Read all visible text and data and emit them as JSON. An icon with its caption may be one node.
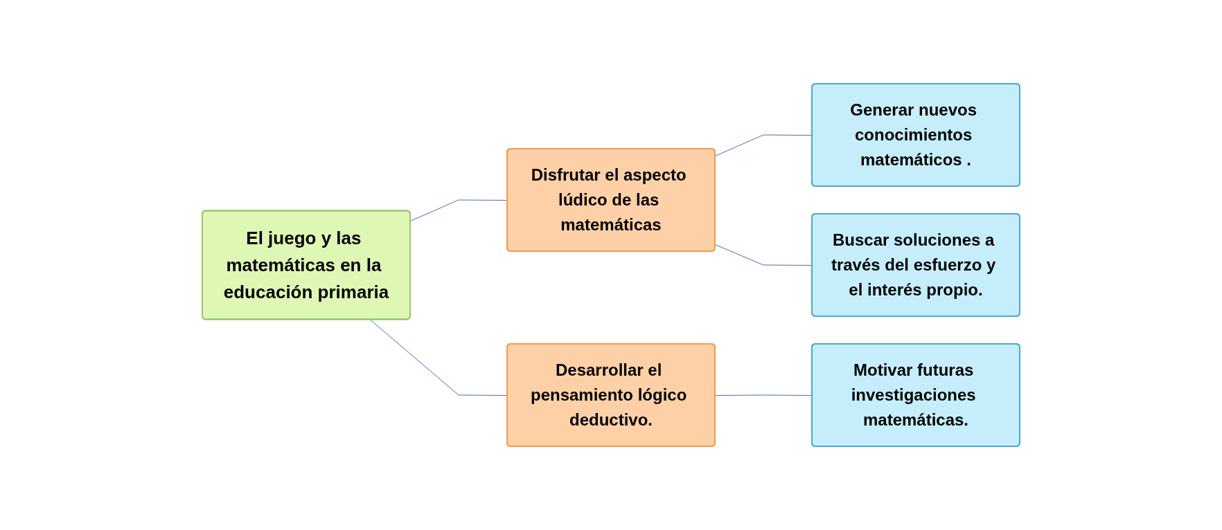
{
  "diagram": {
    "nodes": [
      {
        "text": [
          "El juego y las matemáticas en la educación primaria"
        ]
      },
      {
        "text": [
          "Disfrutar el aspecto lúdico de las matemáticas"
        ]
      },
      {
        "text": [
          "Desarrollar el pensamiento lógico deductivo."
        ]
      },
      {
        "text": [
          "Generar nuevos conocimientos matemáticos ."
        ]
      },
      {
        "text": [
          "Buscar soluciones a través del esfuerzo y el interés propio."
        ]
      },
      {
        "text": [
          "Motivar futuras investigaciones matemáticas."
        ]
      }
    ],
    "edges": [
      {
        "from": 0,
        "to": 1,
        "arrow": "none"
      },
      {
        "from": 0,
        "to": 2,
        "arrow": "none"
      },
      {
        "from": 1,
        "to": 3,
        "arrow": "none"
      },
      {
        "from": 1,
        "to": 4,
        "arrow": "none"
      },
      {
        "from": 2,
        "to": 5,
        "arrow": "none"
      }
    ]
  }
}
